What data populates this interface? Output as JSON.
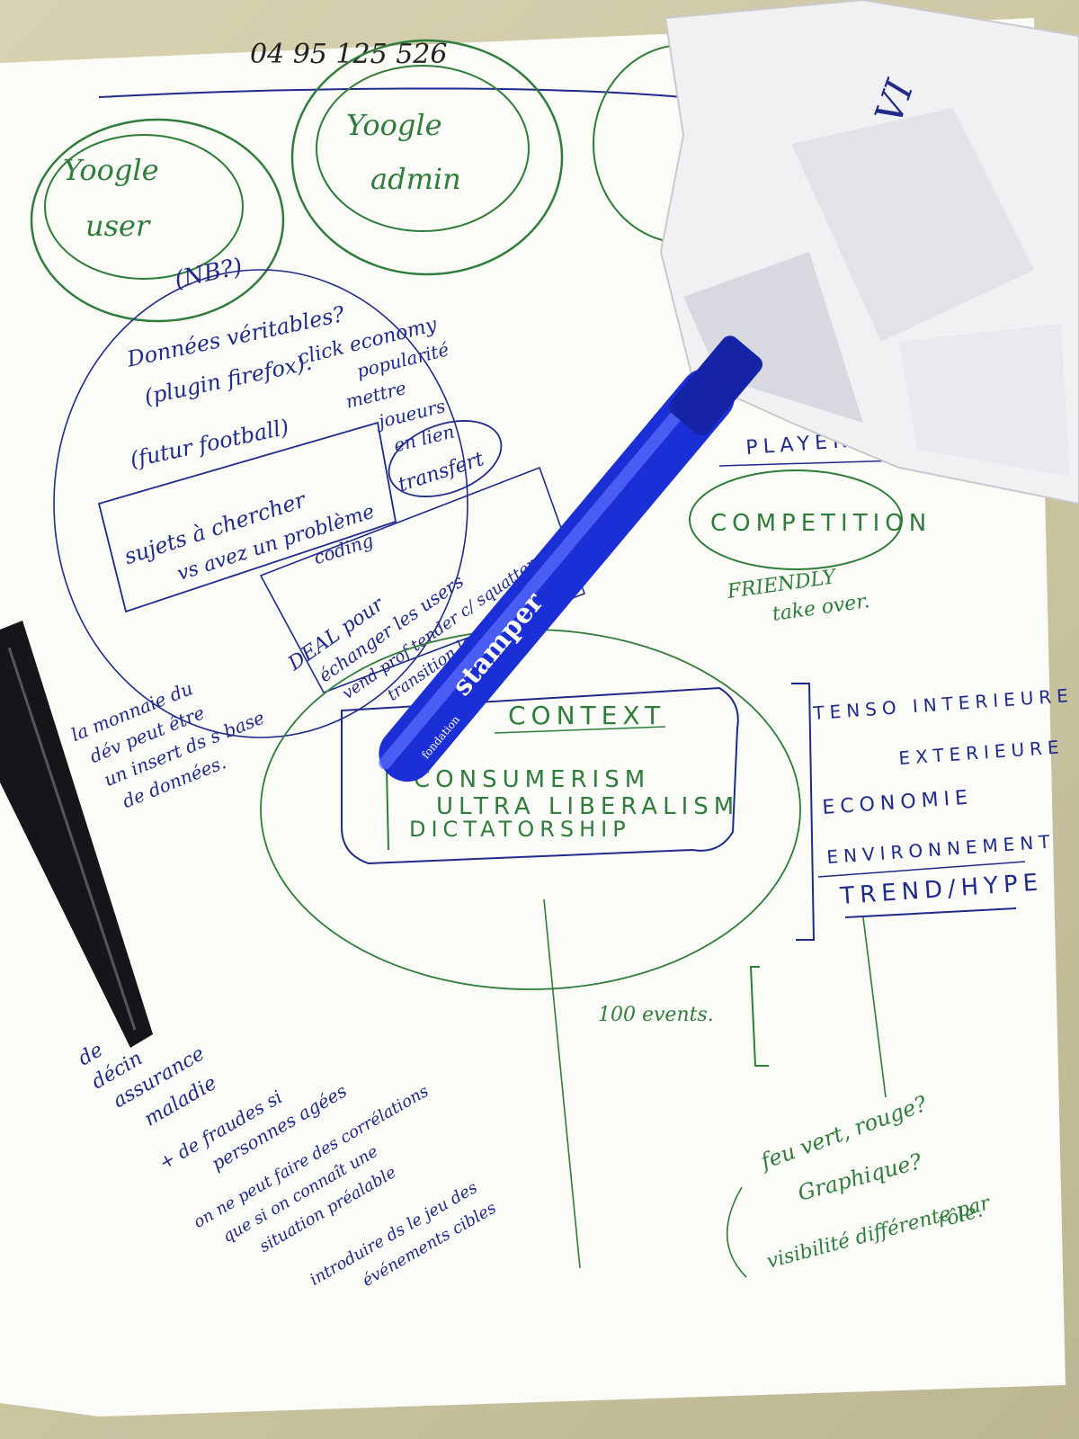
{
  "phone_number": "04 95 125 526",
  "circles": {
    "user": [
      "Yoogle",
      "user"
    ],
    "admin": [
      "Yoogle",
      "admin"
    ]
  },
  "notes_left": {
    "nb": "(NB?)",
    "donnees": "Données véritables?",
    "plugin": "(plugin firefox).",
    "foot": "(futur football)",
    "sujets": "sujets à chercher",
    "sujets2": "vs avez un problème",
    "sujets3": "coding"
  },
  "notes_middle": {
    "click": "click economy",
    "popularite": "popularité",
    "mettre": "mettre",
    "joueurs": "joueurs",
    "en": "en lien",
    "transfert": "transfert",
    "deal": "DEAL pour",
    "echanger": "échanger les users",
    "vend": "vend prof tender c/ squatter",
    "transition": "transition les joueurs"
  },
  "notes_right": {
    "player": "PLAYER",
    "competition": "COMPETITION",
    "friendly": "FRIENDLY",
    "take_over": "take over."
  },
  "context_box": {
    "title": "CONTEXT",
    "items": [
      "CONSUMERISM",
      "ULTRA LIBERALISM",
      "DICTATORSHIP"
    ]
  },
  "tension_list": {
    "items": [
      "TENSO INTERIEURE",
      "EXTERIEURE",
      "ECONOMIE",
      "ENVIRONNEMENT",
      "TREND/HYPE"
    ]
  },
  "money_note": [
    "la monnaie du",
    "dév peut être",
    "un insert ds s base",
    "de données."
  ],
  "events": "100 events.",
  "bottom_left": [
    "de",
    "décin",
    "assurance",
    "maladie",
    "+ de fraudes si",
    "personnes agées",
    "on ne peut faire des corrélations",
    "que si on connaît une",
    "situation préalable",
    "introduire ds le jeu des",
    "événements cibles"
  ],
  "bottom_right": [
    "feu vert, rouge?",
    "Graphique?",
    "visibilité différente par",
    "rôle."
  ],
  "pen_brand": "stamper",
  "pen_sub": "fondation",
  "colors": {
    "green_ink": "#2f7d3a",
    "blue_ink": "#1f2a8c",
    "pen_blue": "#1b2fd6",
    "paper": "#fbfbf7"
  }
}
